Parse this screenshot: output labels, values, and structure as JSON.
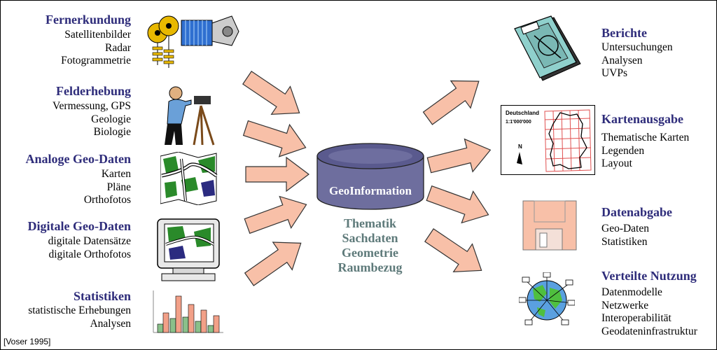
{
  "inputs": [
    {
      "heading": "Fernerkundung",
      "items": [
        "Satellitenbilder",
        "Radar",
        "Fotogrammetrie"
      ],
      "icon": "satellite-icon"
    },
    {
      "heading": "Felderhebung",
      "items": [
        "Vermessung, GPS",
        "Geologie",
        "Biologie"
      ],
      "icon": "surveyor-icon"
    },
    {
      "heading": "Analoge Geo-Daten",
      "items": [
        "Karten",
        "Pläne",
        "Orthofotos"
      ],
      "icon": "map-icon"
    },
    {
      "heading": "Digitale Geo-Daten",
      "items": [
        "digitale Datensätze",
        "digitale Orthofotos"
      ],
      "icon": "computer-monitor-icon"
    },
    {
      "heading": "Statistiken",
      "items": [
        "statistische Erhebungen",
        "Analysen"
      ],
      "icon": "bar-chart-icon"
    }
  ],
  "center": {
    "title": "GeoInformation",
    "items": [
      "Thematik",
      "Sachdaten",
      "Geometrie",
      "Raumbezug"
    ],
    "colors": {
      "cylinder": "#6e6e9e",
      "arrow": "#f8c0a8",
      "text": "#5e7a7a",
      "heading": "#2e2c7a"
    }
  },
  "outputs": [
    {
      "heading": "Berichte",
      "items": [
        "Untersuchungen",
        "Analysen",
        "UVPs"
      ],
      "icon": "report-book-icon"
    },
    {
      "heading": "Kartenausgabe",
      "items": [
        "Thematische Karten",
        "Legenden",
        "Layout"
      ],
      "icon": "printed-map-icon",
      "map_title": "Deutschland",
      "map_scale": "1:1'000'000",
      "north": "N"
    },
    {
      "heading": "Datenabgabe",
      "items": [
        "Geo-Daten",
        "Statistiken"
      ],
      "icon": "floppy-disk-icon"
    },
    {
      "heading": "Verteilte Nutzung",
      "items": [
        "Datenmodelle",
        "Netzwerke",
        "Interoperabilität",
        "Geodateninfrastruktur"
      ],
      "icon": "globe-network-icon"
    }
  ],
  "source": "[Voser 1995]"
}
